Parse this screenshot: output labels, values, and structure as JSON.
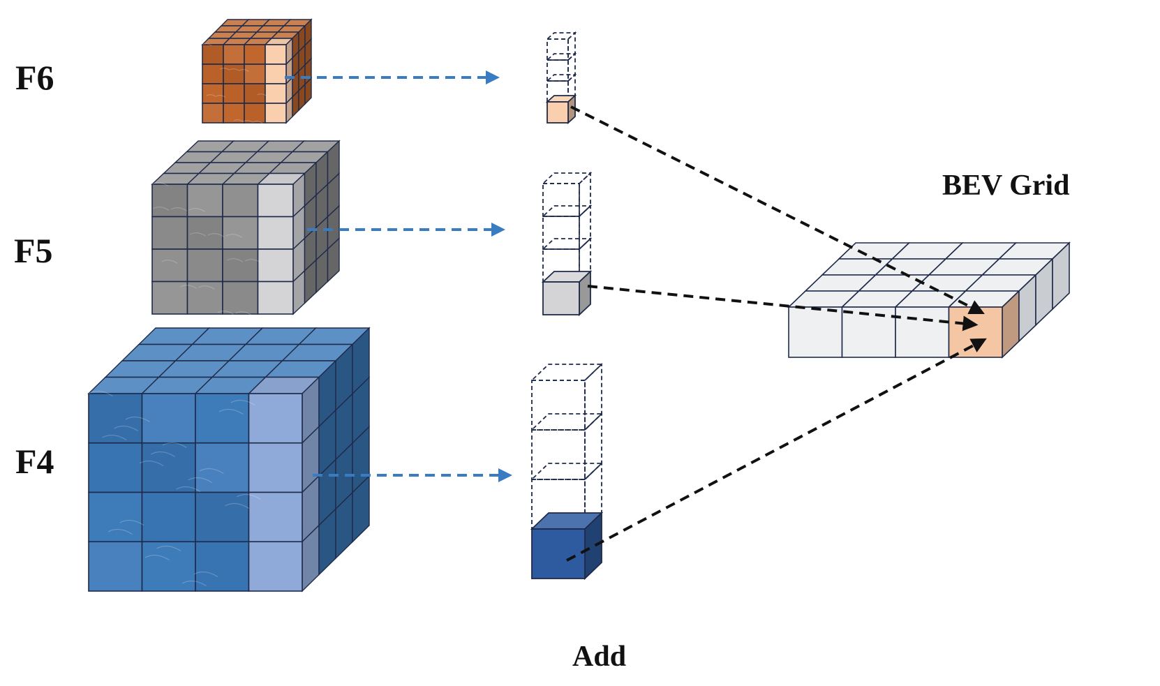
{
  "labels": {
    "f6": "F6",
    "f5": "F5",
    "f4": "F4",
    "bev_grid": "BEV Grid",
    "add": "Add"
  },
  "colors": {
    "f6_cube": "#c0642a",
    "f6_highlight": "#f9cfae",
    "f5_cube": "#8e8e8e",
    "f5_highlight": "#d4d4d6",
    "f4_cube": "#3a78b8",
    "f4_highlight": "#8faad8",
    "bev_cell": "#eef0f2",
    "bev_target": "#f5c6a4",
    "dashed_arrow": "#3a7cc2",
    "projection_line": "#111111",
    "edge": "#1e2a4a"
  },
  "icons": [
    "arrow-right-icon",
    "arrowhead-icon"
  ]
}
